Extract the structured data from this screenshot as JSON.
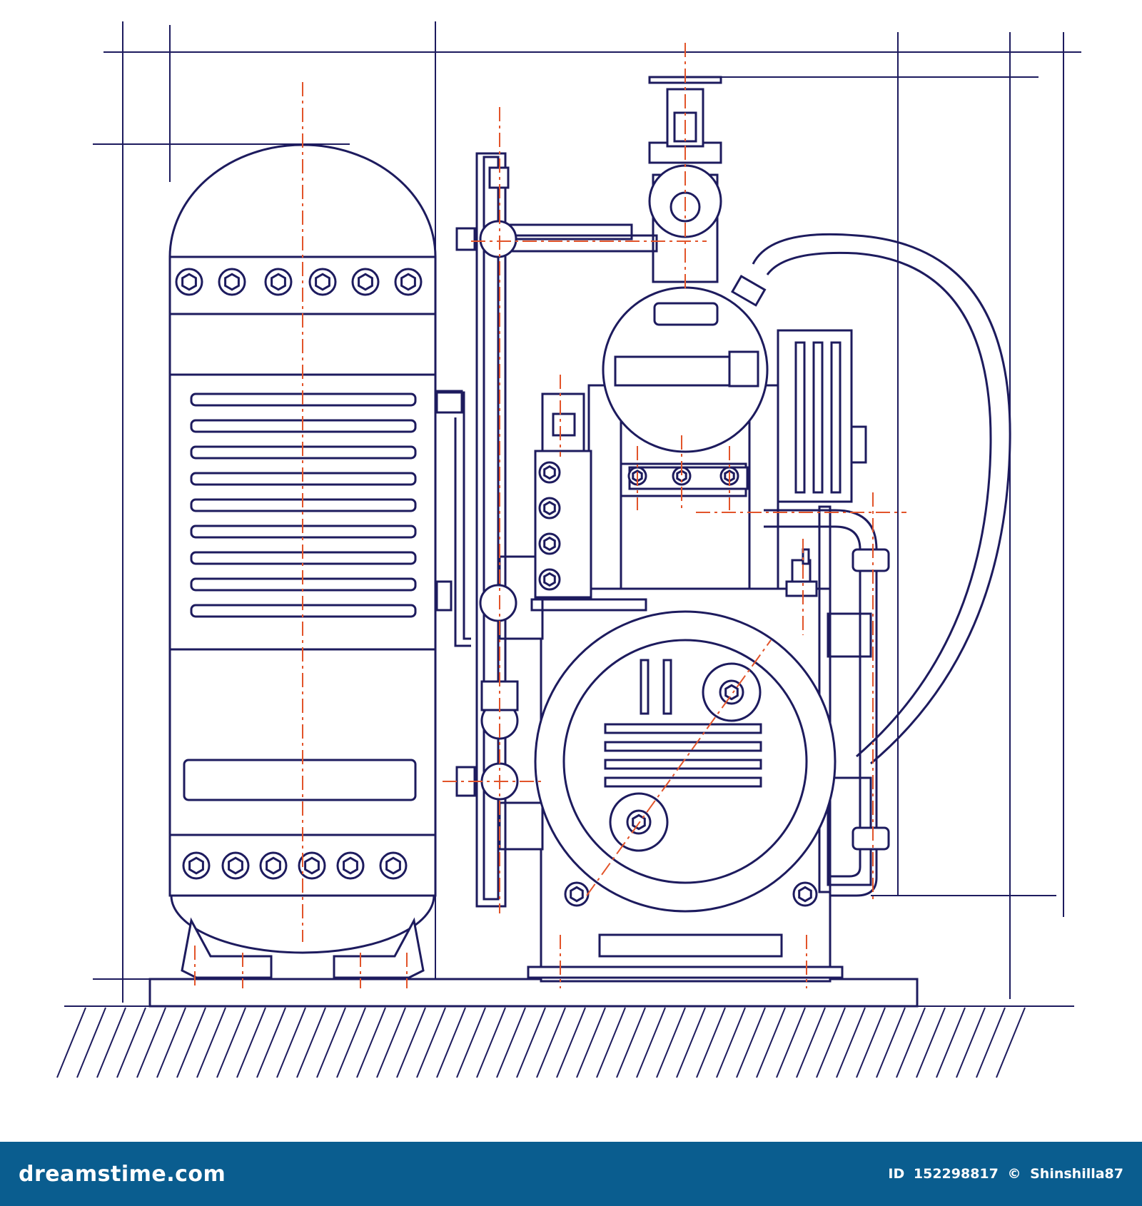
{
  "colors": {
    "line": "#1d1b5e",
    "centerline": "#e2542a",
    "background": "#ffffff",
    "footer_bar": "#0a5d8f",
    "footer_text": "#ffffff"
  },
  "footer": {
    "brand": "dreamstime.com",
    "id_label": "ID",
    "id_value": "152298817",
    "copyright_symbol": "©",
    "author": "Shinshilla87"
  },
  "icons": [
    "bolt-nut-icon",
    "valve-handwheel-icon",
    "pressure-gauge-icon",
    "ground-hatching"
  ]
}
